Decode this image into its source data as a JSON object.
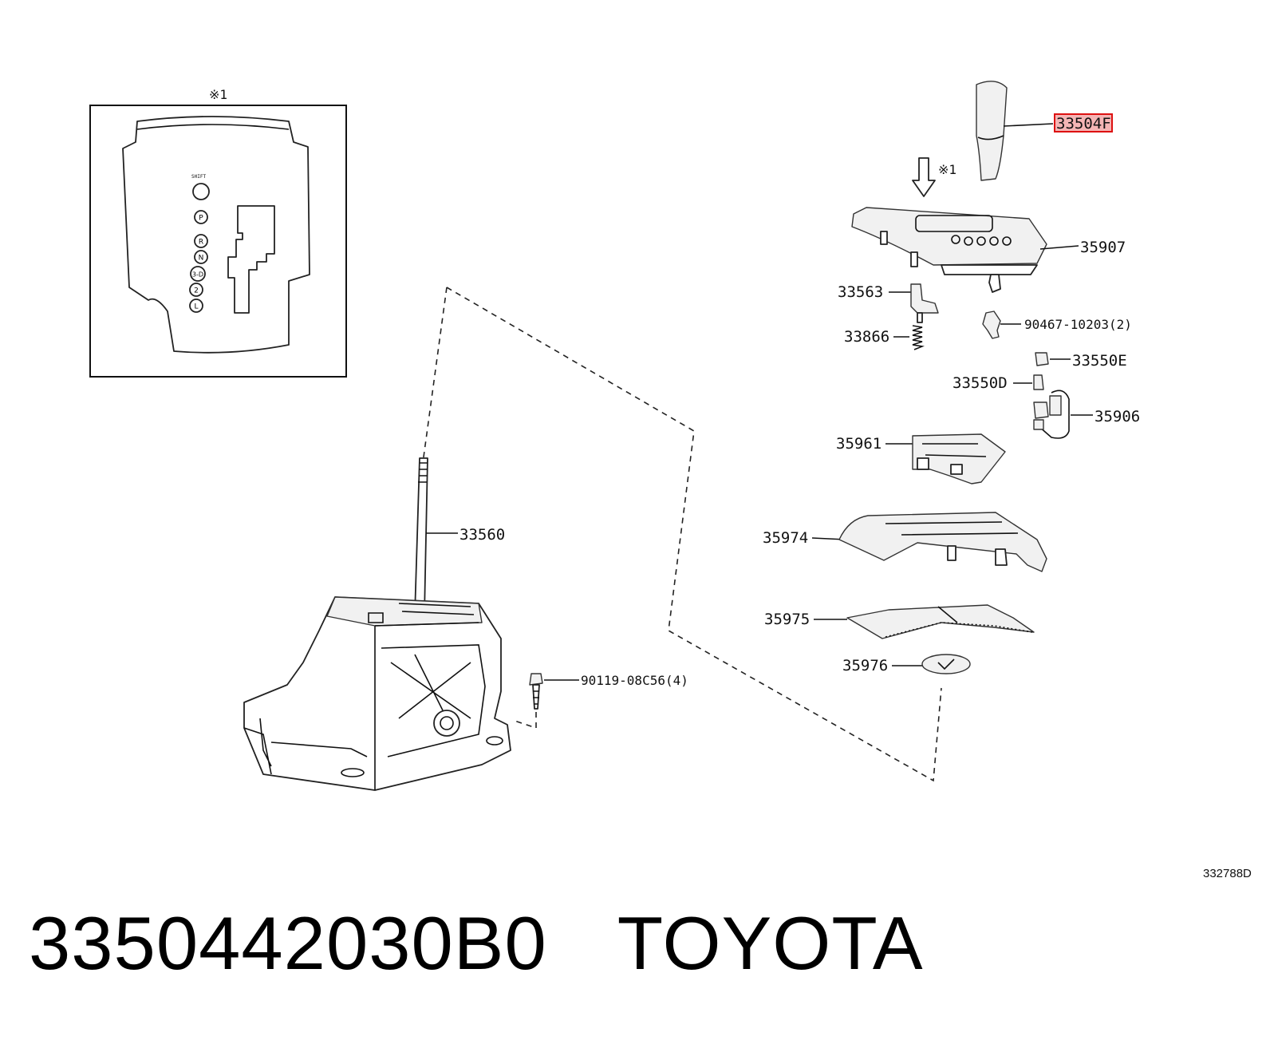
{
  "footer": {
    "part_number": "3350442030B0",
    "brand": "TOYOTA"
  },
  "diagram_ref": "332788D",
  "inset": {
    "note_mark": "※1",
    "gate_marks": [
      "P",
      "R",
      "N",
      "3-D",
      "2",
      "L"
    ]
  },
  "arrow_note": "※1",
  "callouts": {
    "knob": "33504F",
    "upper_bezel": "35907",
    "lock_release_button": "33563",
    "spring": "33866",
    "clip": "90467-10203(2)",
    "bulb_e": "33550E",
    "bulb_d": "33550D",
    "wire": "35906",
    "indicator_housing": "35961",
    "lower_bezel": "35974",
    "slide_cover": "35975",
    "plate": "35976",
    "shift_lever": "33560",
    "bolt": "90119-08C56(4)"
  },
  "colors": {
    "highlight_fill": "#f4b5b5",
    "highlight_stroke": "#dd1111",
    "ink": "#111111"
  }
}
